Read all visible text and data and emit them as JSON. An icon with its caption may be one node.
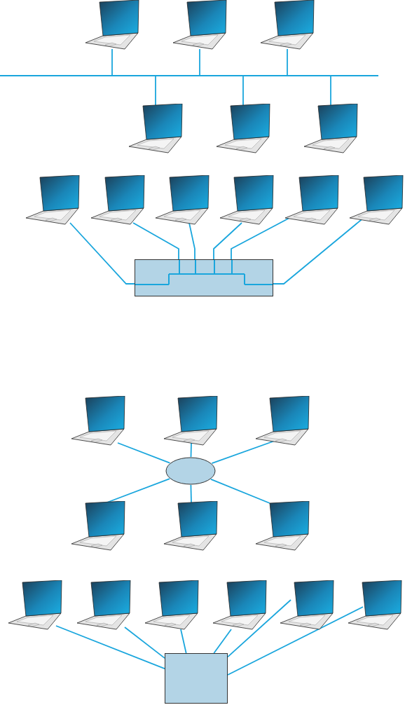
{
  "diagram": {
    "nodes": [
      {
        "text": [],
        "shape": "picture"
      },
      {
        "text": [],
        "shape": "picture"
      },
      {
        "text": [],
        "shape": "picture"
      },
      {
        "text": [],
        "shape": "bar"
      },
      {
        "text": [],
        "shape": "picture"
      },
      {
        "text": [],
        "shape": "picture"
      },
      {
        "text": [],
        "shape": "picture"
      },
      {
        "text": [],
        "shape": "picture"
      },
      {
        "text": [],
        "shape": "picture"
      },
      {
        "text": [],
        "shape": "picture"
      },
      {
        "text": [],
        "shape": "picture"
      },
      {
        "text": [],
        "shape": "picture"
      },
      {
        "text": [],
        "shape": "picture"
      },
      {
        "text": [],
        "shape": "box"
      },
      {
        "text": [],
        "shape": "picture"
      },
      {
        "text": [],
        "shape": "picture"
      },
      {
        "text": [],
        "shape": "picture"
      },
      {
        "text": [],
        "shape": "ellipse"
      },
      {
        "text": [],
        "shape": "picture"
      },
      {
        "text": [],
        "shape": "picture"
      },
      {
        "text": [],
        "shape": "picture"
      },
      {
        "text": [],
        "shape": "picture"
      },
      {
        "text": [],
        "shape": "picture"
      },
      {
        "text": [],
        "shape": "picture"
      },
      {
        "text": [],
        "shape": "picture"
      },
      {
        "text": [],
        "shape": "picture"
      },
      {
        "text": [],
        "shape": "picture"
      },
      {
        "text": [],
        "shape": "box"
      }
    ],
    "edges": [
      {
        "from": 0,
        "to": 3,
        "arrow": "none"
      },
      {
        "from": 1,
        "to": 3,
        "arrow": "none"
      },
      {
        "from": 2,
        "to": 3,
        "arrow": "none"
      },
      {
        "from": 4,
        "to": 3,
        "arrow": "none"
      },
      {
        "from": 5,
        "to": 3,
        "arrow": "none"
      },
      {
        "from": 6,
        "to": 3,
        "arrow": "none"
      },
      {
        "from": 7,
        "to": 13,
        "arrow": "none"
      },
      {
        "from": 8,
        "to": 13,
        "arrow": "none"
      },
      {
        "from": 9,
        "to": 13,
        "arrow": "none"
      },
      {
        "from": 10,
        "to": 13,
        "arrow": "none"
      },
      {
        "from": 11,
        "to": 13,
        "arrow": "none"
      },
      {
        "from": 12,
        "to": 13,
        "arrow": "none"
      },
      {
        "from": 14,
        "to": 17,
        "arrow": "none"
      },
      {
        "from": 15,
        "to": 17,
        "arrow": "none"
      },
      {
        "from": 16,
        "to": 17,
        "arrow": "none"
      },
      {
        "from": 18,
        "to": 17,
        "arrow": "none"
      },
      {
        "from": 19,
        "to": 17,
        "arrow": "none"
      },
      {
        "from": 20,
        "to": 17,
        "arrow": "none"
      },
      {
        "from": 21,
        "to": 27,
        "arrow": "none"
      },
      {
        "from": 22,
        "to": 27,
        "arrow": "none"
      },
      {
        "from": 23,
        "to": 27,
        "arrow": "none"
      },
      {
        "from": 24,
        "to": 27,
        "arrow": "none"
      },
      {
        "from": 25,
        "to": 27,
        "arrow": "none"
      },
      {
        "from": 26,
        "to": 27,
        "arrow": "none"
      }
    ]
  }
}
